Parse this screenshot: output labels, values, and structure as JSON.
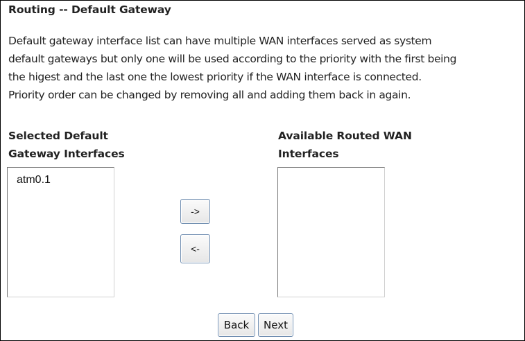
{
  "page": {
    "title": "Routing -- Default Gateway",
    "description_lines": [
      "Default gateway interface list can have multiple WAN interfaces served as system",
      "default gateways but only one will be used according to the priority with the first being",
      "the higest and the last one the lowest priority if the WAN interface is connected.",
      "Priority order can be changed by removing all and adding them back in again."
    ]
  },
  "selected_list": {
    "heading_lines": [
      "Selected Default",
      "Gateway Interfaces"
    ],
    "options": [
      "atm0.1"
    ]
  },
  "available_list": {
    "heading_lines": [
      "Available Routed WAN",
      "Interfaces"
    ],
    "options": []
  },
  "move_buttons": {
    "move_right_label": "->",
    "move_left_label": "<-"
  },
  "footer": {
    "back_label": "Back",
    "next_label": "Next"
  }
}
